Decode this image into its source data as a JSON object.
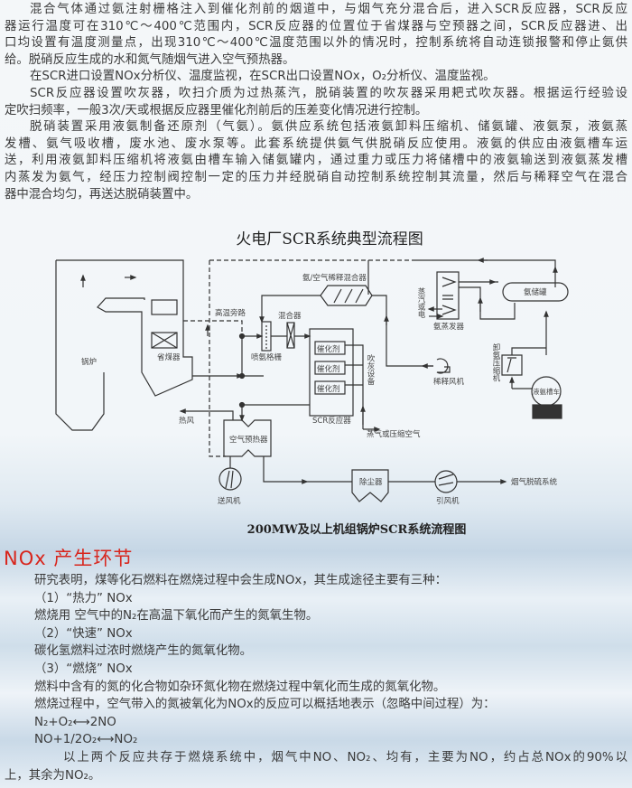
{
  "paragraphs_top": [
    {
      "lines": [
        "混合气体通过氨注射栅格注入到催化剂前的烟道中，与烟气充分混合后，进入SCR反应器，SCR反应",
        "器运行温度可在310℃～400℃范围内，SCR反应器的位置位于省煤器与空预器之间，SCR反应器进、出",
        "口均设置有温度测量点，出现310℃～400℃温度范围以外的情况时，控制系统将自动连锁报警和停止氨供",
        "给。脱硝反应生成的水和氮气随烟气进入空气预热器。"
      ]
    },
    {
      "lines": [
        "在SCR进口设置NOx分析仪、温度监视，在SCR出口设置NOx，O₂分析仪、温度监视。"
      ]
    },
    {
      "lines": [
        "SCR反应器设置吹灰器，吹扫介质为过热蒸汽，脱硝装置的吹灰器采用耙式吹灰器。根据运行经验设",
        "定吹扫频率，一般3次/天或根据反应器里催化剂前后的压差变化情况进行控制。"
      ]
    },
    {
      "lines": [
        "脱硝装置采用液氨制备还原剂（气氨）。氨供应系统包括液氨卸料压缩机、储氨罐、液氨泵，液氨蒸",
        "发槽、氨气吸收槽，废水池、废水泵等。此套系统提供氨气供脱硝反应使用。液氨的供应由液氨槽车运",
        "送，利用液氨卸料压缩机将液氨由槽车输入储氨罐内，通过重力或压力将储槽中的液氨输送到液氨蒸发槽",
        "内蒸发为氨气，经压力控制阀控制一定的压力并经脱硝自动控制系统控制其流量，然后与稀释空气在混合",
        "器中混合均匀，再送达脱硝装置中。"
      ]
    }
  ],
  "diagram": {
    "title": "火电厂SCR系统典型流程图",
    "caption": "200MW及以上机组锅炉SCR系统流程图",
    "labels": {
      "boiler": "锅炉",
      "economizer": "省煤器",
      "high_temp_bypass": "高温旁路",
      "ammonia_grid": "喷氨格栅",
      "mixer": "混合器",
      "catalyst": "催化剂",
      "scr_reactor": "SCR反应器",
      "soot_blower": "吹灰设备",
      "steam_air": "蒸气或压缩空气",
      "dilution_mixer": "氨/空气稀释混合器",
      "dilution_fan": "稀释风机",
      "evaporator": "氨蒸发器",
      "steam_or_electric": "蒸汽或电",
      "ammonia_tank": "氨储罐",
      "unload_compressor": "卸氨压缩机",
      "tank_truck": "液氨槽车",
      "hot_air": "热风",
      "air_preheater": "空气预热器",
      "fd_fan": "送风机",
      "dust_collector": "除尘器",
      "id_fan": "引风机",
      "fgd": "烟气脱硫系统"
    }
  },
  "nox_section": {
    "heading": "NOx 产生环节",
    "lines": [
      "研究表明，煤等化石燃料在燃烧过程中会生成NOx，其生成途径主要有三种：",
      "（1）“热力” NOx",
      "燃烧用 空气中的N₂在高温下氧化而产生的氮氧生物。",
      "（2）“快速” NOx",
      "碳化氢燃料过浓时燃烧产生的氮氧化物。",
      "（3）“燃烧” NOx",
      "燃料中含有的氮的化合物如杂环氮化物在燃烧过程中氧化而生成的氮氧化物。",
      "燃烧过程中，空气带入的氮被氧化为NOx的反应可以概括地表示（忽略中间过程）为：",
      "N₂+O₂⟷2NO",
      "NO+1/2O₂⟷NO₂"
    ],
    "final_lines": [
      "以上两个反应共存于燃烧系统中，烟气中NO、NO₂、均有，主要为NO，约占总NOx的90%以",
      "上，其余为NO₂。"
    ]
  },
  "colors": {
    "heading": "#d8261d",
    "text": "#3a3a3a",
    "line": "#333333"
  }
}
